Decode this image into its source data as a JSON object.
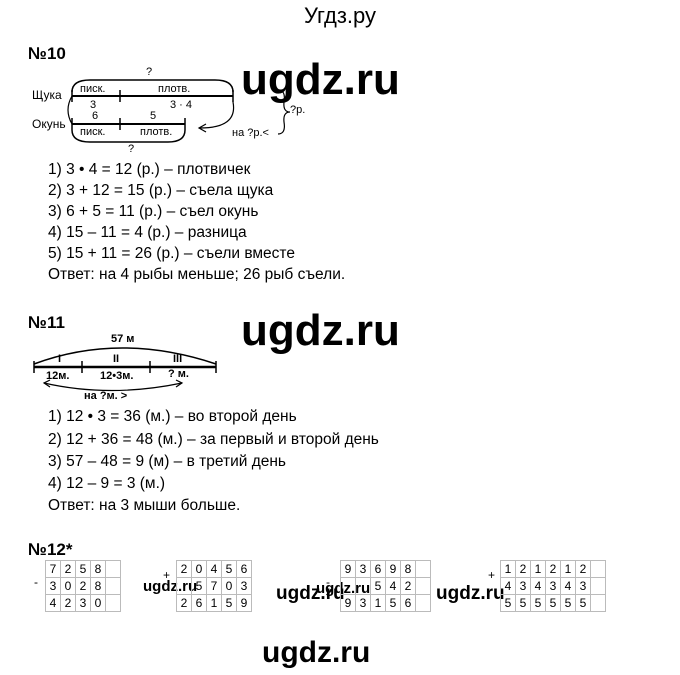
{
  "site_title": "Угдз.ру",
  "watermark": "ugdz.ru",
  "task10": {
    "heading": "№10",
    "diagram": {
      "q_top": "?",
      "row1_label": "Щука",
      "row1_seg1": "писк.",
      "row1_seg2": "плотв.",
      "row1_val1": "3",
      "row1_val2": "3 · 4",
      "row2_label": "Окунь",
      "row2_val1": "6",
      "row2_val2": "5",
      "row2_seg1": "писк.",
      "row2_seg2": "плотв.",
      "q_bottom": "?",
      "diff_label": "на ?р.<",
      "total_label": "?р."
    },
    "lines": [
      "1) 3 • 4 = 12 (р.) – плотвичек",
      "2) 3 + 12 = 15 (р.) – съела щука",
      "3) 6 + 5 = 11 (р.) – съел окунь",
      "4) 15 – 11 = 4 (р.) – разница",
      "5) 15 + 11 = 26 (р.) – съели вместе",
      "Ответ: на 4 рыбы меньше; 26 рыб съели."
    ]
  },
  "task11": {
    "heading": "№11",
    "diagram": {
      "total": "57 м",
      "seg1": "I",
      "seg2": "II",
      "seg3": "III",
      "val1": "12м.",
      "val2": "12•3м.",
      "val3": "? м.",
      "diff": "на ?м. >"
    },
    "lines": [
      "1) 12 • 3 = 36 (м.) – во второй день",
      "2) 12 + 36 = 48 (м.) – за первый и второй день",
      "3) 57 – 48 = 9 (м) – в третий день",
      "4) 12 – 9 = 3 (м.)",
      "Ответ: на 3 мыши больше."
    ]
  },
  "task12": {
    "heading": "№12*",
    "problems": [
      {
        "op": "-",
        "a": [
          "7",
          "2",
          "5",
          "8"
        ],
        "b": [
          "3",
          "0",
          "2",
          "8"
        ],
        "r": [
          "4",
          "2",
          "3",
          "0"
        ]
      },
      {
        "op": "+",
        "a": [
          "2",
          "0",
          "4",
          "5",
          "6"
        ],
        "b": [
          "5",
          "7",
          "0",
          "3"
        ],
        "r": [
          "2",
          "6",
          "1",
          "5",
          "9"
        ]
      },
      {
        "op": "-",
        "a": [
          "9",
          "3",
          "6",
          "9",
          "8"
        ],
        "b": [
          "5",
          "4",
          "2"
        ],
        "r": [
          "9",
          "3",
          "1",
          "5",
          "6"
        ]
      },
      {
        "op": "+",
        "a": [
          "1",
          "2",
          "1",
          "2",
          "1",
          "2"
        ],
        "b": [
          "4",
          "3",
          "4",
          "3",
          "4",
          "3"
        ],
        "r": [
          "5",
          "5",
          "5",
          "5",
          "5",
          "5"
        ]
      }
    ]
  }
}
